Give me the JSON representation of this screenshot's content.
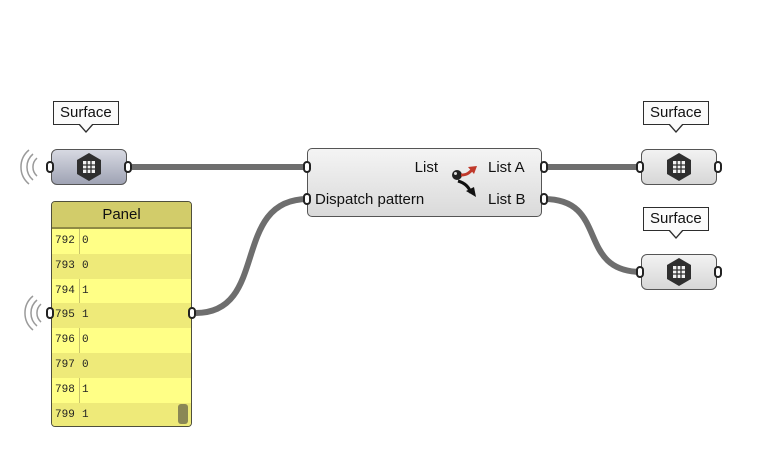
{
  "tags": {
    "left": "Surface",
    "right_top": "Surface",
    "right_bottom": "Surface"
  },
  "icons": {
    "surface_param": "surface-hexagon-icon",
    "dispatch": "dispatch-icon",
    "wireless_input": "wireless-input-icon"
  },
  "dispatch_component": {
    "inputs": [
      "List",
      "Dispatch pattern"
    ],
    "outputs": [
      "List A",
      "List B"
    ]
  },
  "panel": {
    "title": "Panel",
    "rows": [
      {
        "index": "792",
        "value": "0"
      },
      {
        "index": "793",
        "value": "0"
      },
      {
        "index": "794",
        "value": "1"
      },
      {
        "index": "795",
        "value": "1"
      },
      {
        "index": "796",
        "value": "0"
      },
      {
        "index": "797",
        "value": "0"
      },
      {
        "index": "798",
        "value": "1"
      },
      {
        "index": "799",
        "value": "1"
      }
    ]
  },
  "colors": {
    "wire": "#6e6e6e",
    "panel_bg": "#ffff86",
    "panel_title": "#d2cc6a",
    "selected_param": "#a9adbe",
    "dispatch_arrow_red": "#c0392b"
  }
}
